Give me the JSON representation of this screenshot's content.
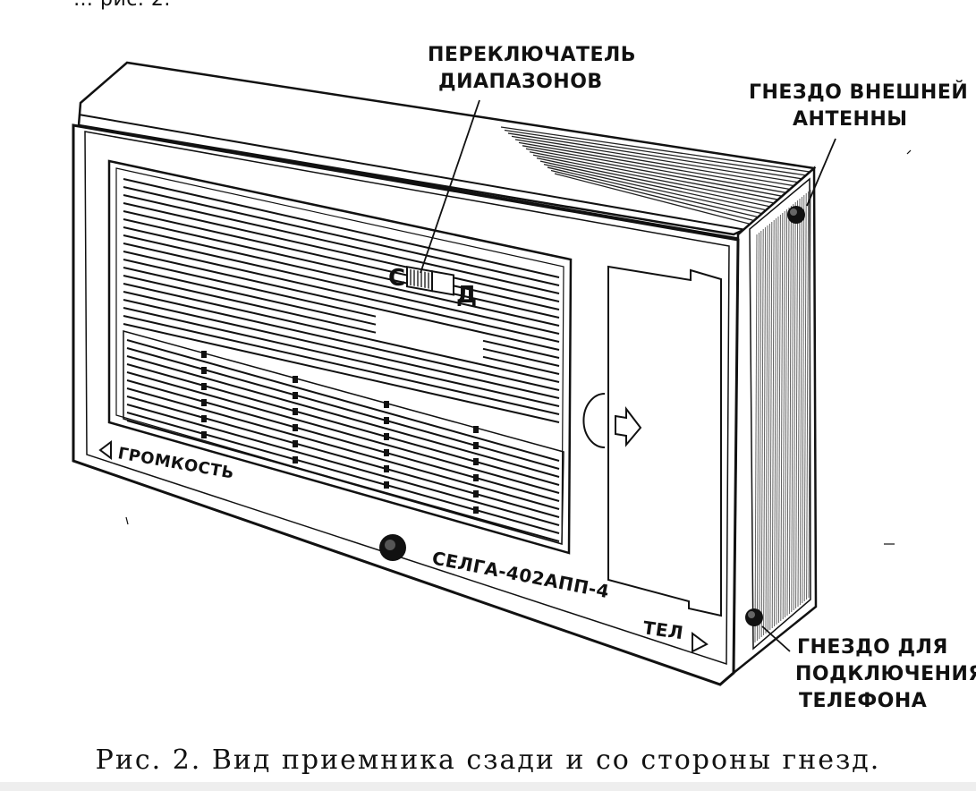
{
  "figure": {
    "top_fragment": "… рис. 2.",
    "caption": "Рис. 2. Вид приемника сзади и со стороны гнезд."
  },
  "callouts": {
    "band_switch": [
      "ПЕРЕКЛЮЧАТЕЛЬ",
      "ДИАПАЗОНОВ"
    ],
    "antenna_jack": [
      "ГНЕЗДО ВНЕШНЕЙ",
      "АНТЕННЫ"
    ],
    "phone_jack": [
      "ГНЕЗДО ДЛЯ",
      "ПОДКЛЮЧЕНИЯ",
      "ТЕЛЕФОНА"
    ]
  },
  "device_markings": {
    "switch_left": "С",
    "switch_right": "Д",
    "volume": "ГРОМКОСТЬ",
    "model": "СЕЛГА-402АПП-4",
    "phone": "ТЕЛ"
  },
  "icons": {
    "volume_arrow": "triangle-left-outline",
    "phone_arrow": "triangle-right-outline",
    "cover_arrow": "arrow-right-outline"
  }
}
